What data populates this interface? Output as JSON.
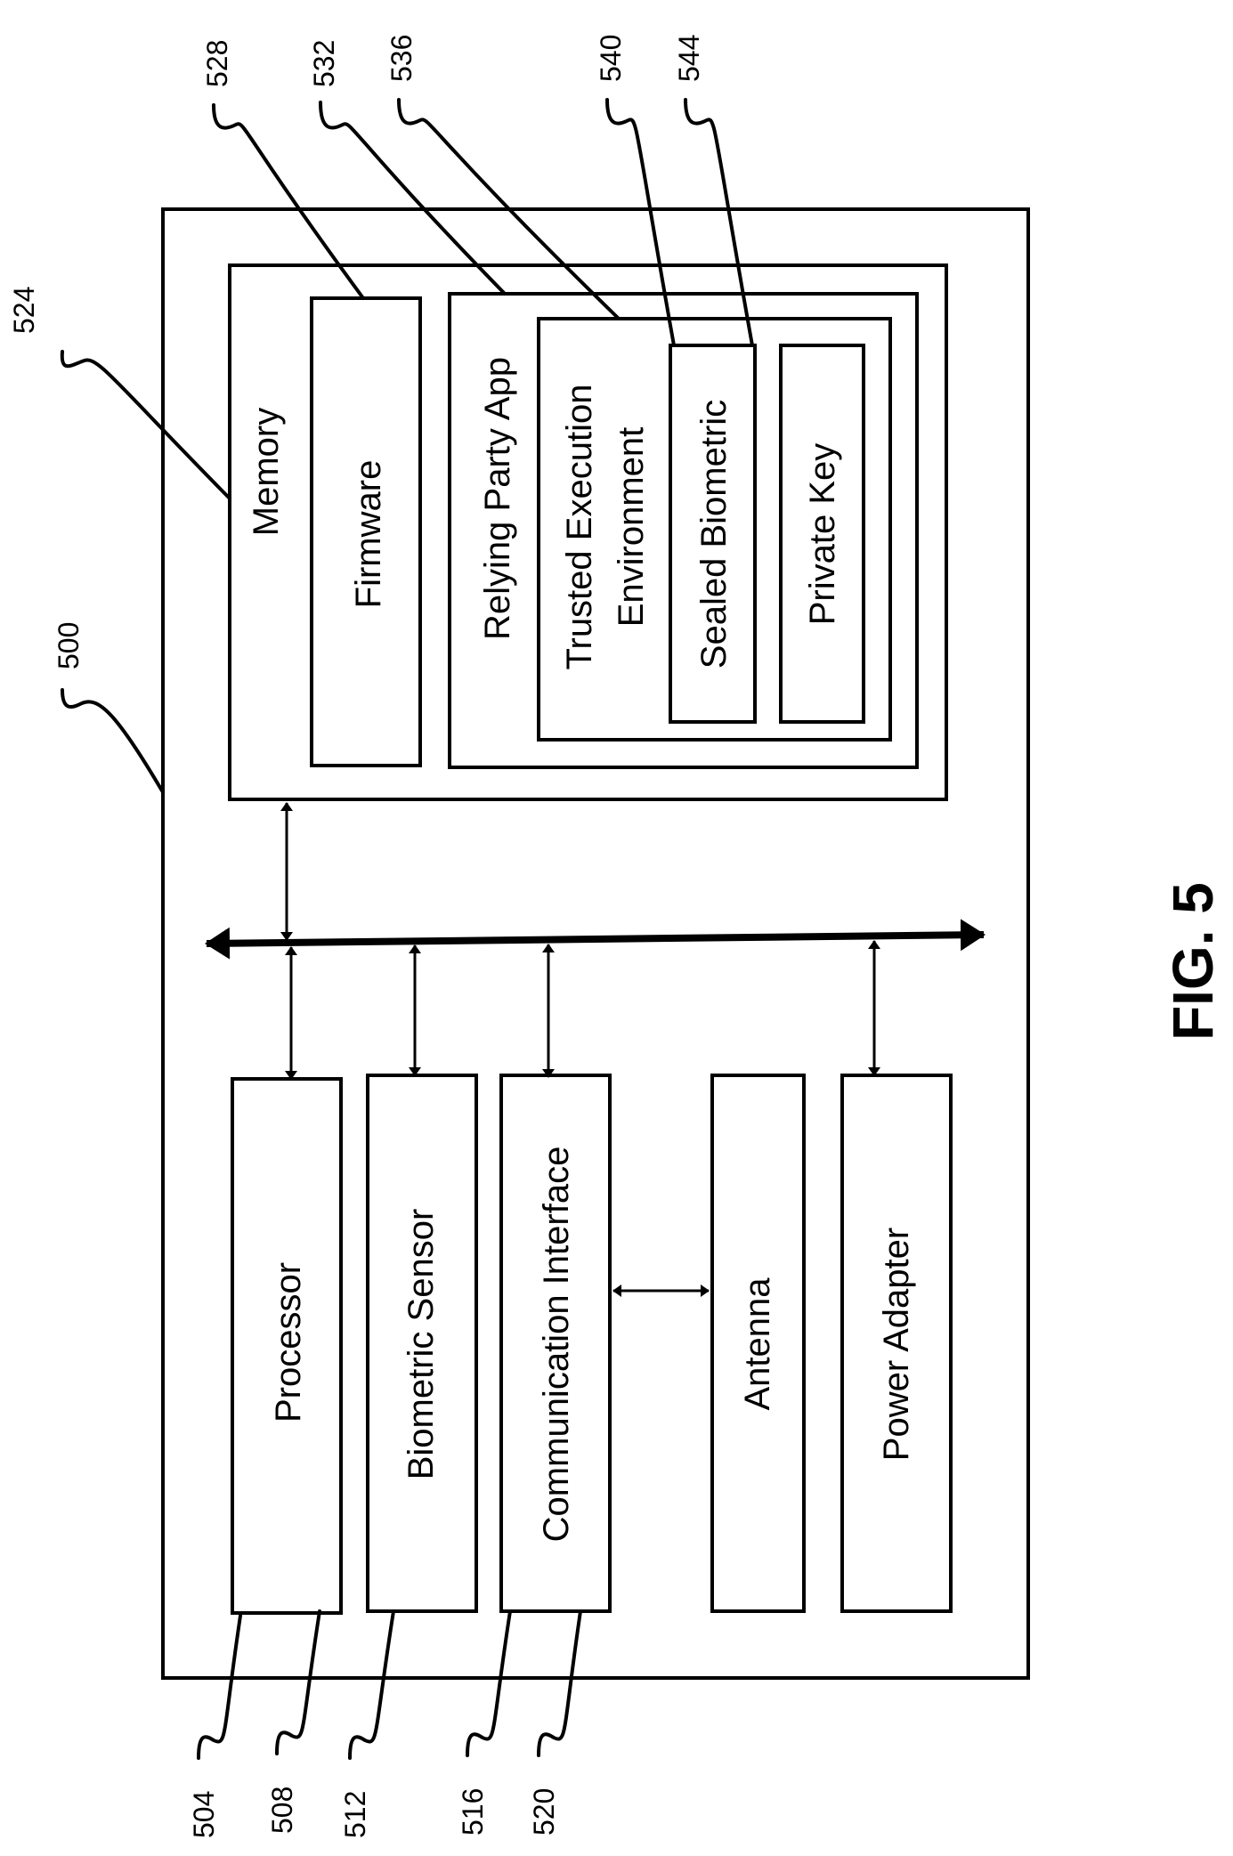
{
  "figure": {
    "label": "FIG. 5"
  },
  "device": {
    "ref": "500"
  },
  "components": {
    "processor": {
      "label": "Processor",
      "ref": "504"
    },
    "biometric_sensor": {
      "label": "Biometric Sensor",
      "ref": "508"
    },
    "communication_interface": {
      "label": "Communication Interface",
      "ref": "512"
    },
    "antenna": {
      "label": "Antenna",
      "ref": "516"
    },
    "power_adapter": {
      "label": "Power Adapter",
      "ref": "520"
    },
    "memory": {
      "label": "Memory",
      "ref": "524"
    },
    "firmware": {
      "label": "Firmware",
      "ref": "528"
    },
    "relying_party_app": {
      "label": "Relying Party App",
      "ref": "532"
    },
    "tee": {
      "label_line1": "Trusted Execution",
      "label_line2": "Environment",
      "ref": "536"
    },
    "sealed_biometric": {
      "label": "Sealed Biometric",
      "ref": "540"
    },
    "private_key": {
      "label": "Private Key",
      "ref": "544"
    }
  }
}
